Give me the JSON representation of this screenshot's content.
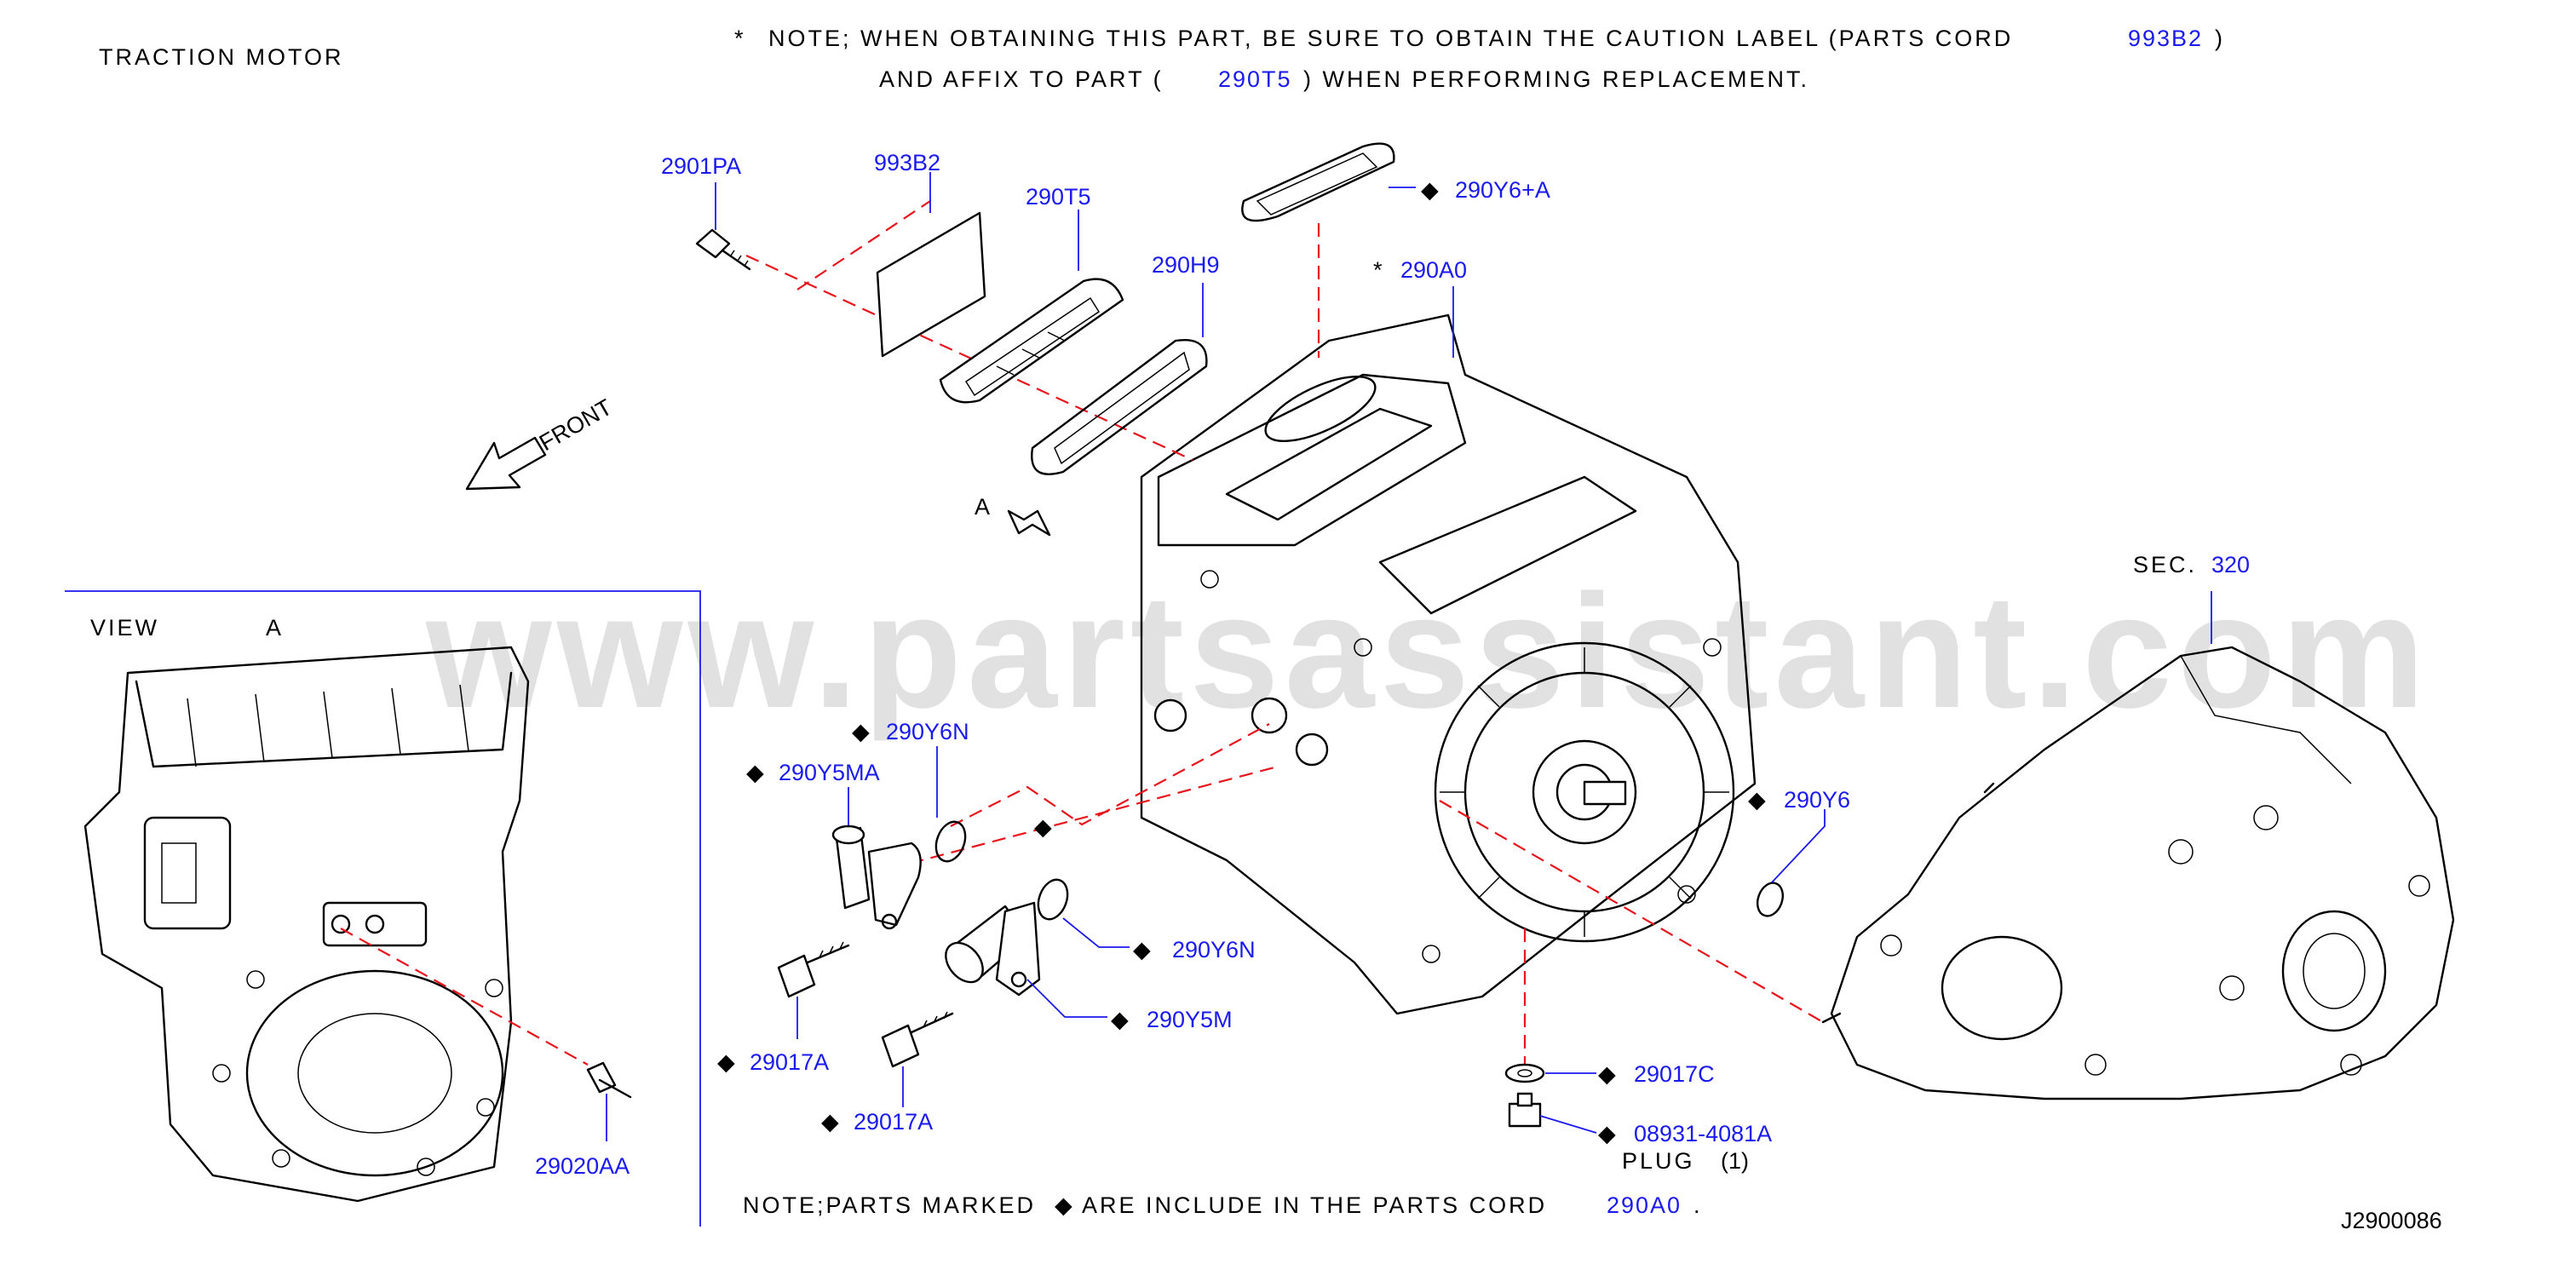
{
  "section_title": "TRACTION MOTOR",
  "notes": {
    "star": "*",
    "line1_prefix": "NOTE; WHEN OBTAINING THIS PART, BE SURE TO OBTAIN THE CAUTION LABEL (PARTS CORD",
    "line1_code": "993B2",
    "line1_suffix": ")",
    "line2_prefix": "AND AFFIX TO PART (",
    "line2_code": "290T5",
    "line2_suffix": ") WHEN PERFORMING REPLACEMENT.",
    "bottom_prefix": "NOTE;PARTS MARKED",
    "bottom_middle": "ARE INCLUDE IN THE PARTS CORD",
    "bottom_code": "290A0",
    "bottom_suffix": "."
  },
  "front_label": "FRONT",
  "view_a_label": "VIEW",
  "view_a_letter": "A",
  "arrow_a_label": "A",
  "sec_label": "SEC.",
  "sec_code": "320",
  "plug_label": "PLUG",
  "plug_qty": "(1)",
  "diagram_id": "J2900086",
  "watermark": "www.partsassistant.com",
  "diamond": "◆",
  "parts": {
    "p2901PA": "2901PA",
    "p993B2": "993B2",
    "p290T5": "290T5",
    "p290H9": "290H9",
    "p290Y6A": "290Y6+A",
    "p290A0": "290A0",
    "p290Y6N_top": "290Y6N",
    "p290Y5MA": "290Y5MA",
    "p290Y6N_mid": "290Y6N",
    "p290Y5M": "290Y5M",
    "p29017A_1": "29017A",
    "p29017A_2": "29017A",
    "p290Y6": "290Y6",
    "p29017C": "29017C",
    "p08931": "08931-4081A",
    "p29020AA": "29020AA"
  },
  "colors": {
    "label_blue": "#1a1aee",
    "dash_red": "#e8141c",
    "watermark_grey": "#c9c9c9"
  }
}
